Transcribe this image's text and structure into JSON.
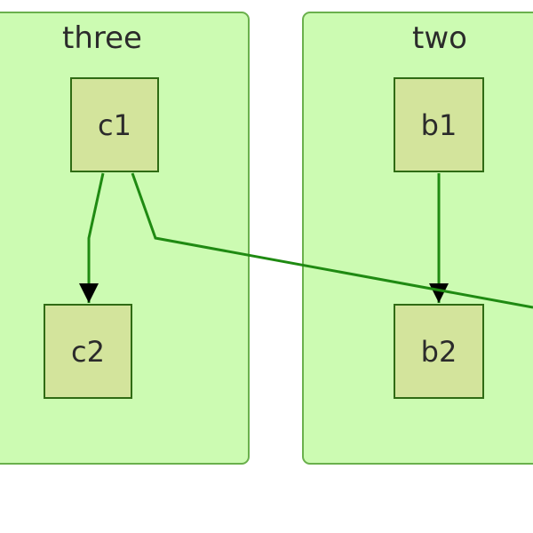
{
  "colors": {
    "cluster_fill": "#ccfbb2",
    "cluster_stroke": "#6ab04c",
    "node_fill": "#d3e49c",
    "node_stroke": "#2f6b14",
    "edge": "#1f8a12",
    "arrowhead": "#000000"
  },
  "subgraphs": [
    {
      "id": "three",
      "title": "three"
    },
    {
      "id": "two",
      "title": "two"
    }
  ],
  "nodes": [
    {
      "id": "c1",
      "label": "c1",
      "subgraph": "three"
    },
    {
      "id": "c2",
      "label": "c2",
      "subgraph": "three"
    },
    {
      "id": "b1",
      "label": "b1",
      "subgraph": "two"
    },
    {
      "id": "b2",
      "label": "b2",
      "subgraph": "two"
    }
  ],
  "edges": [
    {
      "from": "c1",
      "to": "c2",
      "arrow": true
    },
    {
      "from": "b1",
      "to": "b2",
      "arrow": true
    },
    {
      "from": "c1",
      "to": "offscreen-right",
      "arrow": false
    }
  ]
}
